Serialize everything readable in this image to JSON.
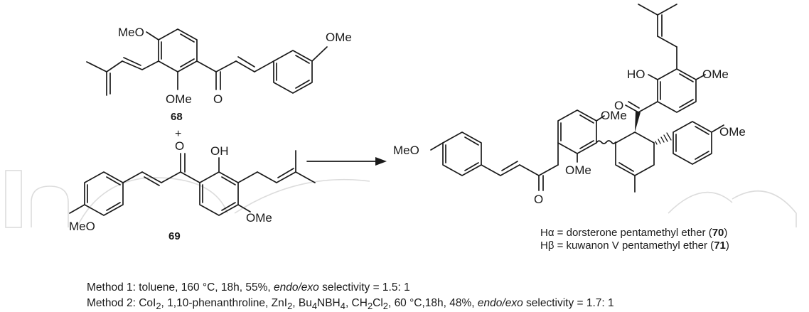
{
  "labels": {
    "meo": "MeO",
    "ome": "OMe",
    "o": "O",
    "oh": "OH",
    "ho": "HO"
  },
  "compounds": {
    "c68": "68",
    "c69": "69",
    "plus": "+"
  },
  "legend": [
    {
      "prefix": "Hα = dorsterone pentamethyl ether (",
      "num": "70",
      "suffix": ")"
    },
    {
      "prefix": "Hβ = kuwanon V pentamethyl ether (",
      "num": "71",
      "suffix": ")"
    }
  ],
  "methods": {
    "m1": {
      "a": "Method 1: toluene, 160 °C, 18h, 55%, ",
      "italic": "endo/exo",
      "b": " selectivity = 1.5: 1"
    },
    "m2": {
      "pre": "Method 2: CoI",
      "s1": "2",
      "t1": ", 1,10-phenanthroline, ZnI",
      "s2": "2",
      "t2": ", Bu",
      "s3": "4",
      "t3": "NBH",
      "s4": "4",
      "t4": ", CH",
      "s5": "2",
      "t5": "Cl",
      "s6": "2",
      "t6": ", 60 °C,18h, 48%, ",
      "italic": "endo/exo",
      "b": " selectivity = 1.7: 1"
    }
  }
}
